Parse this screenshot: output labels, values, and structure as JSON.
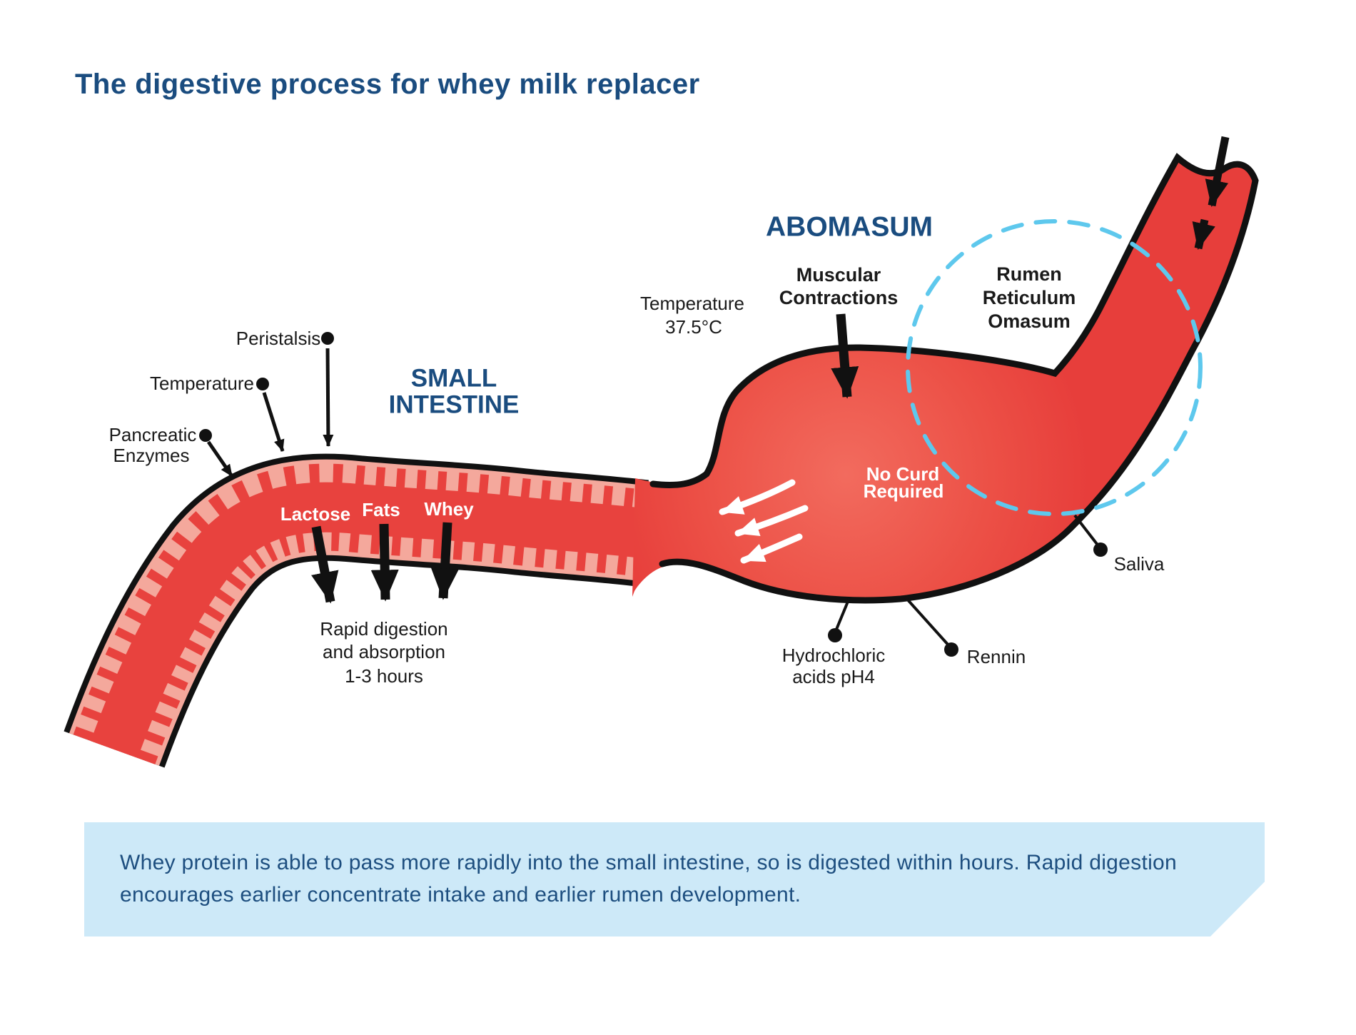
{
  "title": "The digestive process for whey milk replacer",
  "sections": {
    "small_intestine": {
      "heading": [
        "SMALL",
        "INTESTINE"
      ]
    },
    "abomasum": {
      "heading": "ABOMASUM"
    }
  },
  "labels": {
    "peristalsis": "Peristalsis",
    "temperature_left": "Temperature",
    "pancreatic": [
      "Pancreatic",
      "Enzymes"
    ],
    "lactose": "Lactose",
    "fats": "Fats",
    "whey": "Whey",
    "rapid": [
      "Rapid digestion",
      "and absorption",
      "1-3 hours"
    ],
    "temperature_abomasum": [
      "Temperature",
      "37.5°C"
    ],
    "muscular": [
      "Muscular",
      "Contractions"
    ],
    "rumen": [
      "Rumen",
      "Reticulum",
      "Omasum"
    ],
    "no_curd": [
      "No Curd",
      "Required"
    ],
    "saliva": "Saliva",
    "hydrochloric": [
      "Hydrochloric",
      "acids pH4"
    ],
    "rennin": "Rennin"
  },
  "note": "Whey protein is able to pass more rapidly into the small intestine, so is digested within hours. Rapid digestion encourages earlier concentrate intake and earlier rumen development.",
  "colors": {
    "heading_blue": "#1a4c7f",
    "organ_red": "#e8423e",
    "organ_red_light": "#f26b5e",
    "villi_salmon": "#f4a89c",
    "outline_black": "#111111",
    "dashed_circle_blue": "#5ec8ed",
    "note_background": "#cde9f8",
    "note_text": "#1d4e7f",
    "white": "#ffffff"
  }
}
